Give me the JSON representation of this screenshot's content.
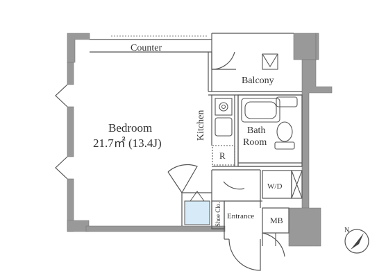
{
  "rooms": {
    "bedroom": {
      "name": "Bedroom",
      "area": "21.7㎡ (13.4J)"
    },
    "counter": "Counter",
    "balcony": "Balcony",
    "kitchen": "Kitchen",
    "bath_line1": "Bath",
    "bath_line2": "Room",
    "wd": "W/D",
    "refrigerator": "R",
    "shoe_closet": "Shoe Clo.",
    "entrance": "Entrance",
    "mb": "MB",
    "north": "N"
  },
  "colors": {
    "wall": "#999999",
    "line": "#555555",
    "closet_fill": "#d6ebf7"
  }
}
